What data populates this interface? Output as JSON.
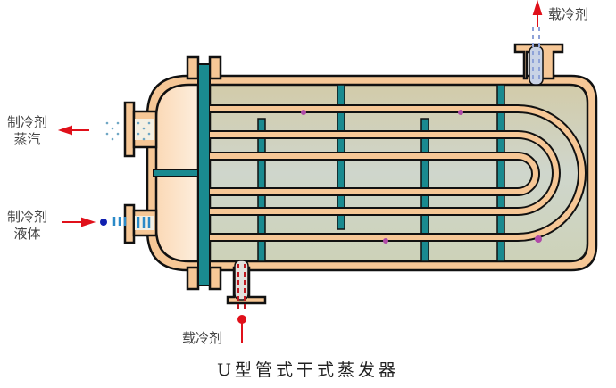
{
  "title": "U型管式干式蒸发器",
  "labels": {
    "coolant_out": "载冷剂",
    "coolant_in": "载冷剂",
    "refrigerant_vapor_line1": "制冷剂",
    "refrigerant_vapor_line2": "蒸汽",
    "refrigerant_liquid_line1": "制冷剂",
    "refrigerant_liquid_line2": "液体"
  },
  "colors": {
    "shell": "#f6c796",
    "tube_sheet": "#1a8a90",
    "shell_fluid_top": "#d2cba9",
    "shell_fluid_bottom": "#c6d8d6",
    "arrow": "#e0101a",
    "outline": "#111111"
  }
}
